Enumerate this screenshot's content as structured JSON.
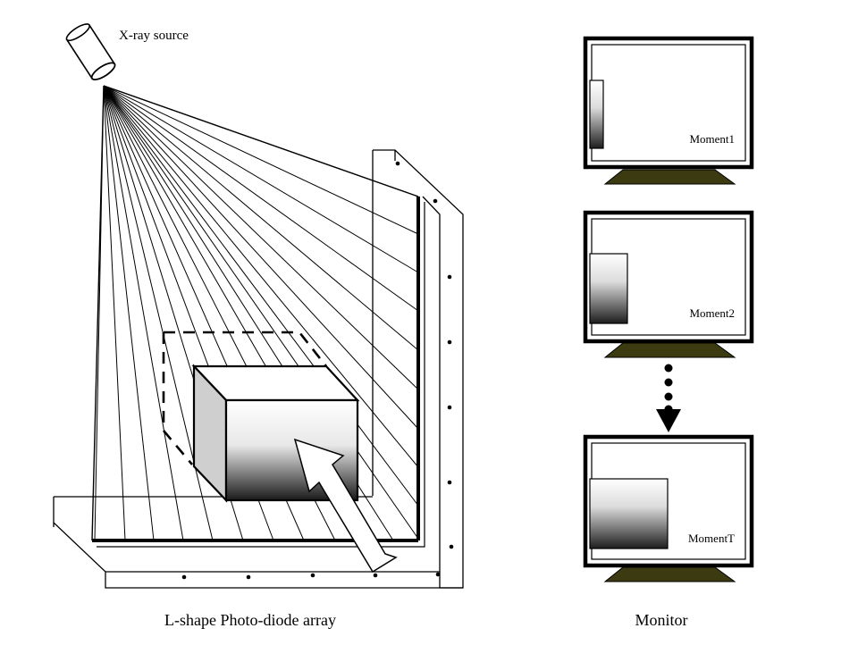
{
  "source_label": "X-ray source",
  "array_caption": "L-shape Photo-diode array",
  "monitor_caption": "Monitor",
  "monitors": [
    {
      "label": "Moment1",
      "object_fraction": 0.1
    },
    {
      "label": "Moment2",
      "object_fraction": 0.28
    },
    {
      "label": "MomentT",
      "object_fraction": 0.58
    }
  ],
  "colors": {
    "stand": "#3b3a10",
    "line": "#000000",
    "panel_gray": "#cfcfcf"
  }
}
